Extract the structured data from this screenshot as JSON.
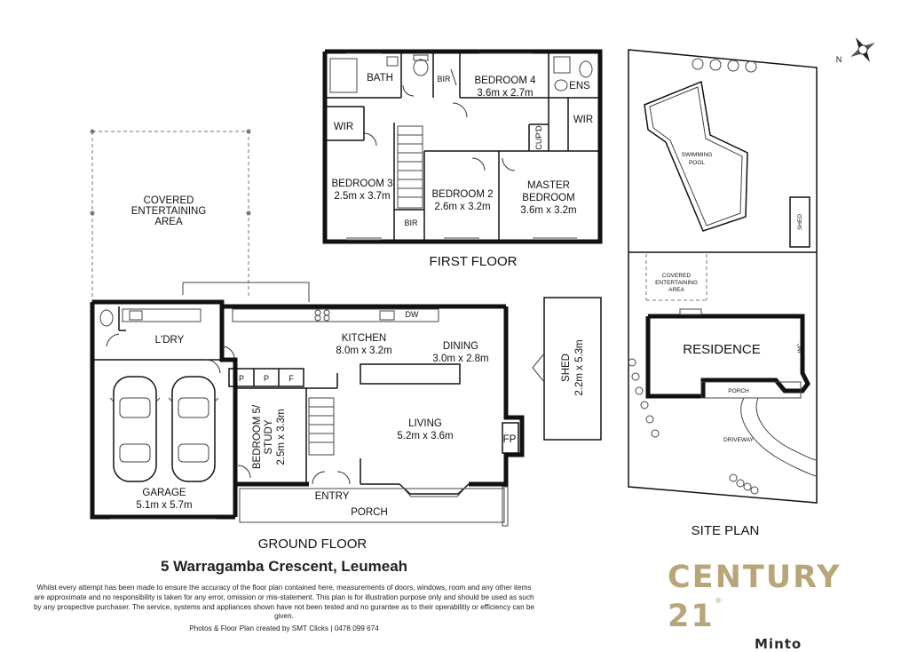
{
  "first_floor": {
    "title": "FIRST FLOOR",
    "rooms": {
      "bath": "BATH",
      "bir_top": "BIR",
      "bedroom4_name": "BEDROOM 4",
      "bedroom4_size": "3.6m x 2.7m",
      "ens": "ENS",
      "wir_left": "WIR",
      "wir_right": "WIR",
      "cupd": "CUP'D",
      "bedroom3_name": "BEDROOM 3",
      "bedroom3_size": "2.5m x 3.7m",
      "bedroom2_name": "BEDROOM 2",
      "bedroom2_size": "2.6m x 3.2m",
      "master_line1": "MASTER",
      "master_line2": "BEDROOM",
      "master_size": "3.6m x 3.2m",
      "bir_bottom": "BIR"
    }
  },
  "ground_floor": {
    "title": "GROUND FLOOR",
    "rooms": {
      "covered_line1": "COVERED",
      "covered_line2": "ENTERTAINING",
      "covered_line3": "AREA",
      "laundry": "L'DRY",
      "kitchen_name": "KITCHEN",
      "kitchen_size": "8.0m x 3.2m",
      "dw": "DW",
      "dining_name": "DINING",
      "dining_size": "3.0m x 2.8m",
      "pantry1": "P",
      "pantry2": "P",
      "fridge": "F",
      "bedroom5_line1": "BEDROOM 5/",
      "bedroom5_line2": "STUDY",
      "bedroom5_size": "2.5m x 3.3m",
      "living_name": "LIVING",
      "living_size": "5.2m x 3.6m",
      "fp": "FP",
      "garage_name": "GARAGE",
      "garage_size": "5.1m x 5.7m",
      "entry": "ENTRY",
      "porch": "PORCH",
      "shed_name": "SHED",
      "shed_size": "2.2m x 5.3m"
    }
  },
  "site_plan": {
    "title": "SITE PLAN",
    "swimming_line1": "SWIMMING",
    "swimming_line2": "POOL",
    "shed": "SHED",
    "covered_line1": "COVERED",
    "covered_line2": "ENTERTAINING",
    "covered_line3": "AREA",
    "residence": "RESIDENCE",
    "porch": "PORCH",
    "driveway": "DRIVEWAY",
    "wc": "WC",
    "compass_label": "N"
  },
  "footer": {
    "address": "5 Warragamba Crescent, Leumeah",
    "disclaimer": "Whilst every attempt has been made to ensure the accuracy of the floor plan contained here, measurements of doors, windows, room and any other items are approximate and no responsibility is taken for any error, omission or mis-statement. This plan is for illustration purpose only and should be used as such by any prospective purchaser. The service, systems and appliances shown have not been tested and no gurantee as to their operabilitiy or efficiency can be given.",
    "credit": "Photos & Floor Plan created by SMT Clicks | 0478 099 674"
  },
  "brand": {
    "name": "CENTURY 21",
    "registered": "®",
    "office": "Minto",
    "color": "#b8a57a"
  }
}
